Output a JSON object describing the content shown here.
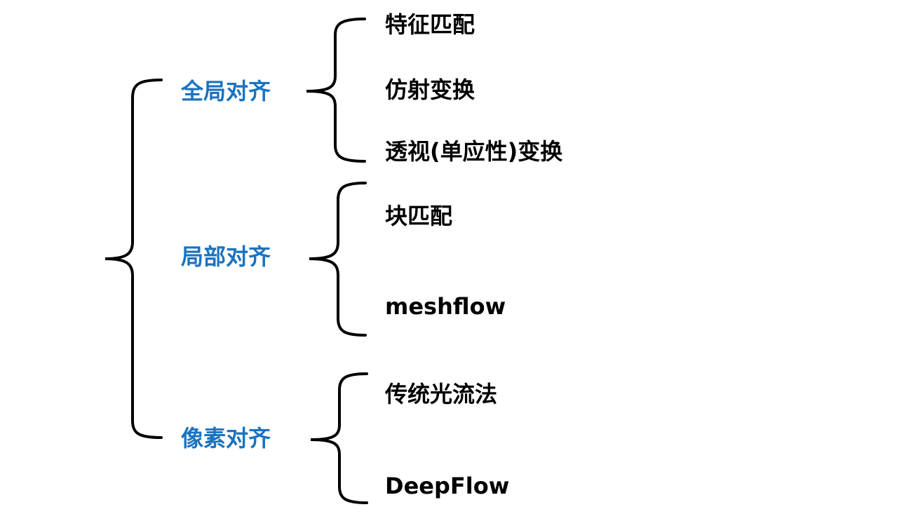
{
  "diagram": {
    "groups": [
      {
        "label": "全局对齐",
        "items": [
          "特征匹配",
          "仿射变换",
          "透视(单应性)变换"
        ]
      },
      {
        "label": "局部对齐",
        "items": [
          "块匹配",
          "meshflow"
        ]
      },
      {
        "label": "像素对齐",
        "items": [
          "传统光流法",
          "DeepFlow"
        ]
      }
    ],
    "colors": {
      "group_text": "#1a73c0",
      "leaf_text": "#000000",
      "bracket": "#000000",
      "background": "#ffffff"
    }
  }
}
